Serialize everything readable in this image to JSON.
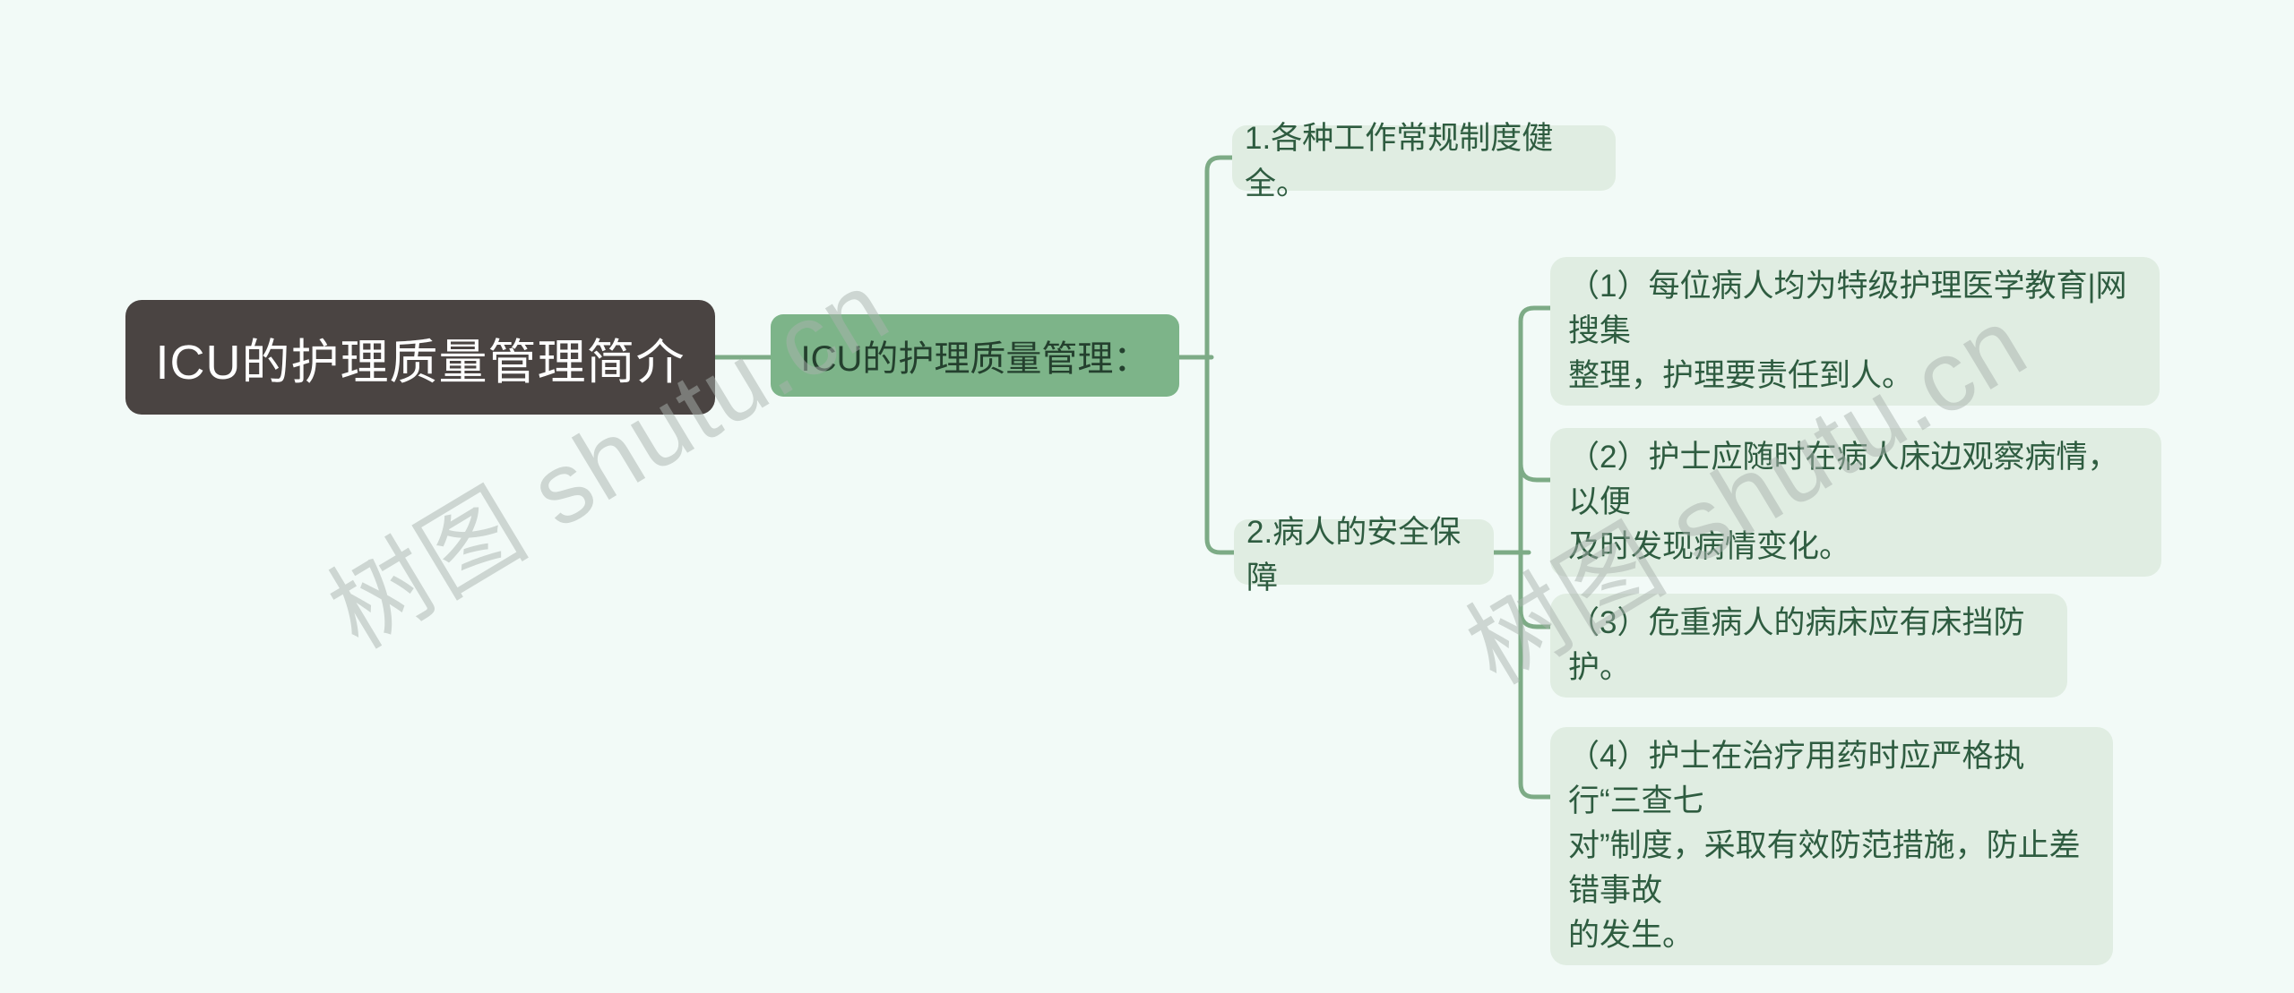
{
  "colors": {
    "background": "#f2faf7",
    "root_fill": "#4a4442",
    "root_text": "#ffffff",
    "topic_fill": "#7db489",
    "topic_text": "#24402e",
    "node_fill": "#e0ede2",
    "node_text": "#2e5c40",
    "connector": "#7dab86",
    "watermark": "#aab3ae"
  },
  "watermark": {
    "text": "树图 shutu.cn"
  },
  "mindmap": {
    "root": {
      "label": "ICU的护理质量管理简介"
    },
    "topic": {
      "label": "ICU的护理质量管理："
    },
    "branches": [
      {
        "label": "1.各种工作常规制度健全。",
        "children": []
      },
      {
        "label": "2.病人的安全保障",
        "children": [
          {
            "lines": [
              "（1）每位病人均为特级护理医学教育|网搜集",
              "整理，护理要责任到人。"
            ]
          },
          {
            "lines": [
              "（2）护士应随时在病人床边观察病情，以便",
              "及时发现病情变化。"
            ]
          },
          {
            "lines": [
              "（3）危重病人的病床应有床挡防护。"
            ]
          },
          {
            "lines": [
              "（4）护士在治疗用药时应严格执行“三查七",
              "对”制度，采取有效防范措施，防止差错事故",
              "的发生。"
            ]
          }
        ]
      }
    ]
  }
}
